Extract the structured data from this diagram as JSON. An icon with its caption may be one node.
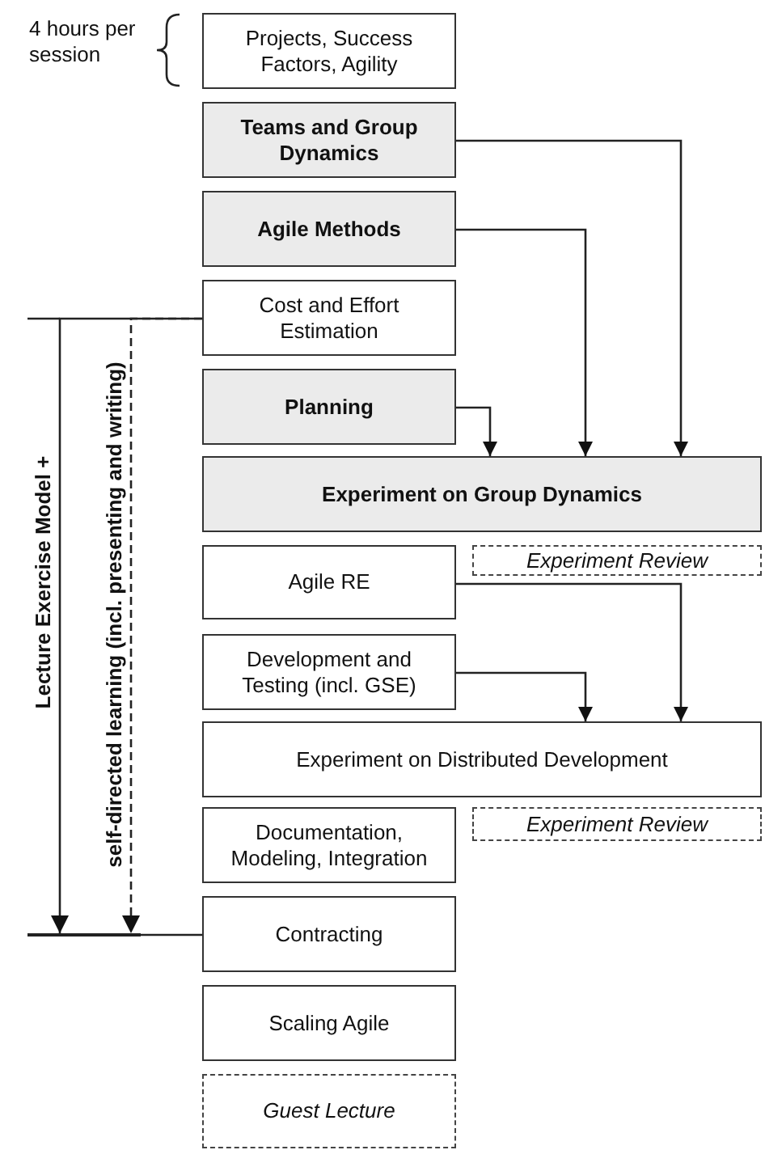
{
  "diagram": {
    "nodes": [
      {
        "text": [
          "Projects, Success Factors, Agility"
        ]
      },
      {
        "text": [
          "Teams and Group Dynamics"
        ]
      },
      {
        "text": [
          "Agile Methods"
        ]
      },
      {
        "text": [
          "Cost and Effort Estimation"
        ]
      },
      {
        "text": [
          "Planning"
        ]
      },
      {
        "text": [
          "Experiment on Group Dynamics"
        ]
      },
      {
        "text": [
          "Agile RE"
        ]
      },
      {
        "text": [
          "Experiment Review"
        ]
      },
      {
        "text": [
          "Development and Testing (incl. GSE)"
        ]
      },
      {
        "text": [
          "Experiment on Distributed Development"
        ]
      },
      {
        "text": [
          "Documentation, Modeling, Integration"
        ]
      },
      {
        "text": [
          "Experiment Review"
        ]
      },
      {
        "text": [
          "Contracting"
        ]
      },
      {
        "text": [
          "Scaling Agile"
        ]
      },
      {
        "text": [
          "Guest Lecture"
        ]
      },
      {
        "text": [],
        "shape": "bar"
      }
    ],
    "edges": [
      {
        "from": 1,
        "to": 5,
        "arrow": "to"
      },
      {
        "from": 2,
        "to": 5,
        "arrow": "to"
      },
      {
        "from": 4,
        "to": 5,
        "arrow": "to"
      },
      {
        "from": 6,
        "to": 9,
        "arrow": "to"
      },
      {
        "from": 8,
        "to": 9,
        "arrow": "to"
      },
      {
        "from": 3,
        "to": 15,
        "arrow": "to",
        "label": "Lecture Exercise Model +"
      },
      {
        "from": 3,
        "to": 15,
        "arrow": "to",
        "label": "self-directed learning (incl. presenting and writing)",
        "style": "dashed"
      },
      {
        "from": 15,
        "to": 12,
        "arrow": "none"
      }
    ],
    "labels": [
      "4 hours per session"
    ]
  }
}
